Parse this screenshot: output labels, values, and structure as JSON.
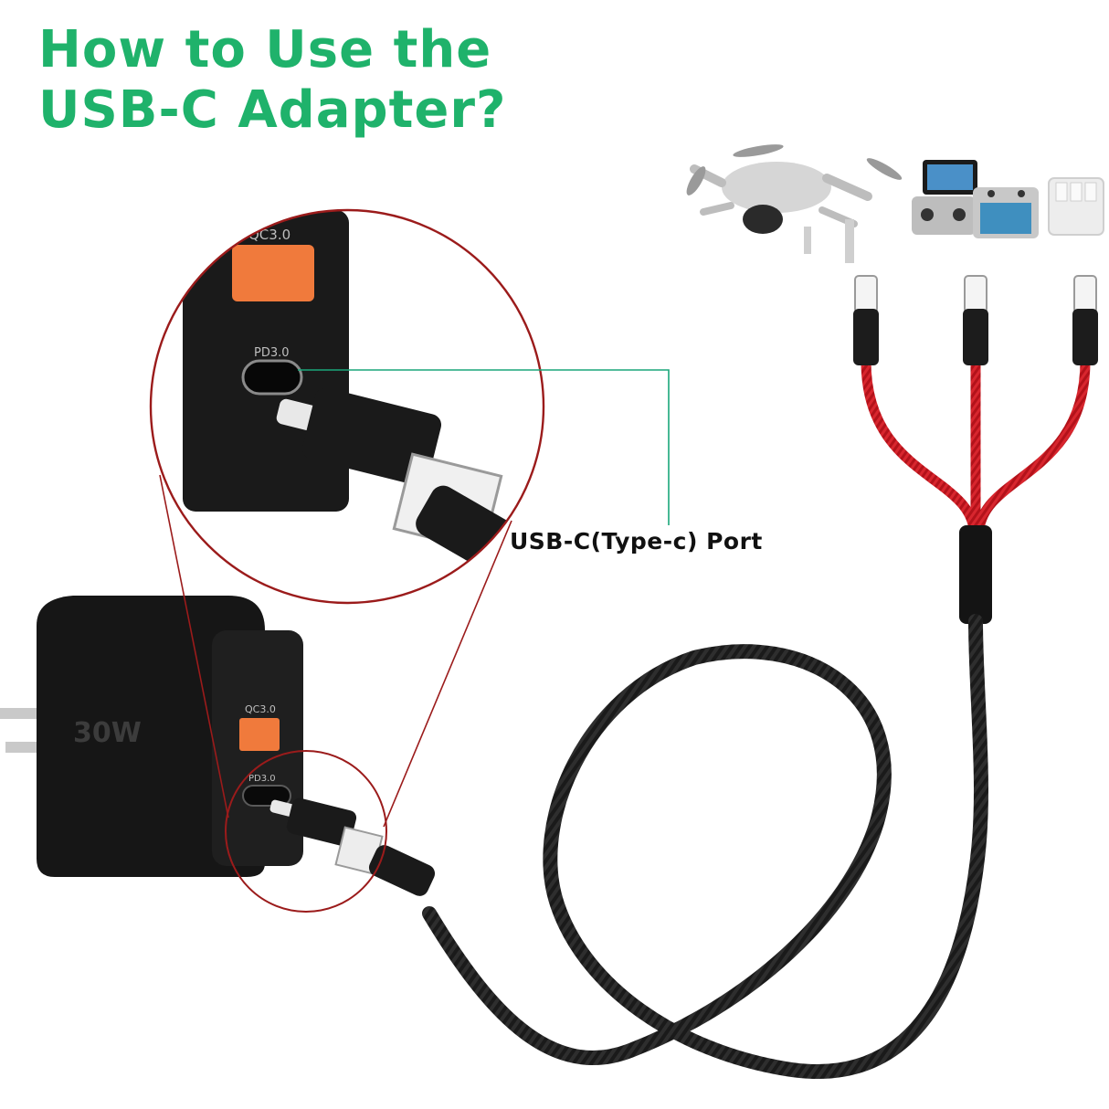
{
  "title": {
    "line1": "How to Use the",
    "line2": "USB-C Adapter?"
  },
  "callout": {
    "port_label": "USB-C(Type-c) Port"
  },
  "charger": {
    "wattage_text": "30W",
    "qc_badge": "QC3.0",
    "pd_badge": "PD3.0"
  },
  "icons": [
    "drone-icon",
    "remote-controller-icon",
    "charging-hub-icon",
    "usb-c-connector-icon",
    "usb-a-connector-icon",
    "usb-c-to-usb-a-adapter-icon",
    "wall-charger-icon",
    "magnifier-circle-icon"
  ],
  "colors": {
    "title": "#1fb26b",
    "callout_line": "#1aa67a",
    "magnifier_outline": "#9b1b1b",
    "cable_red": "#c4141c",
    "cable_black": "#1a1a1a",
    "usb_a_port": "#f07a3c"
  }
}
